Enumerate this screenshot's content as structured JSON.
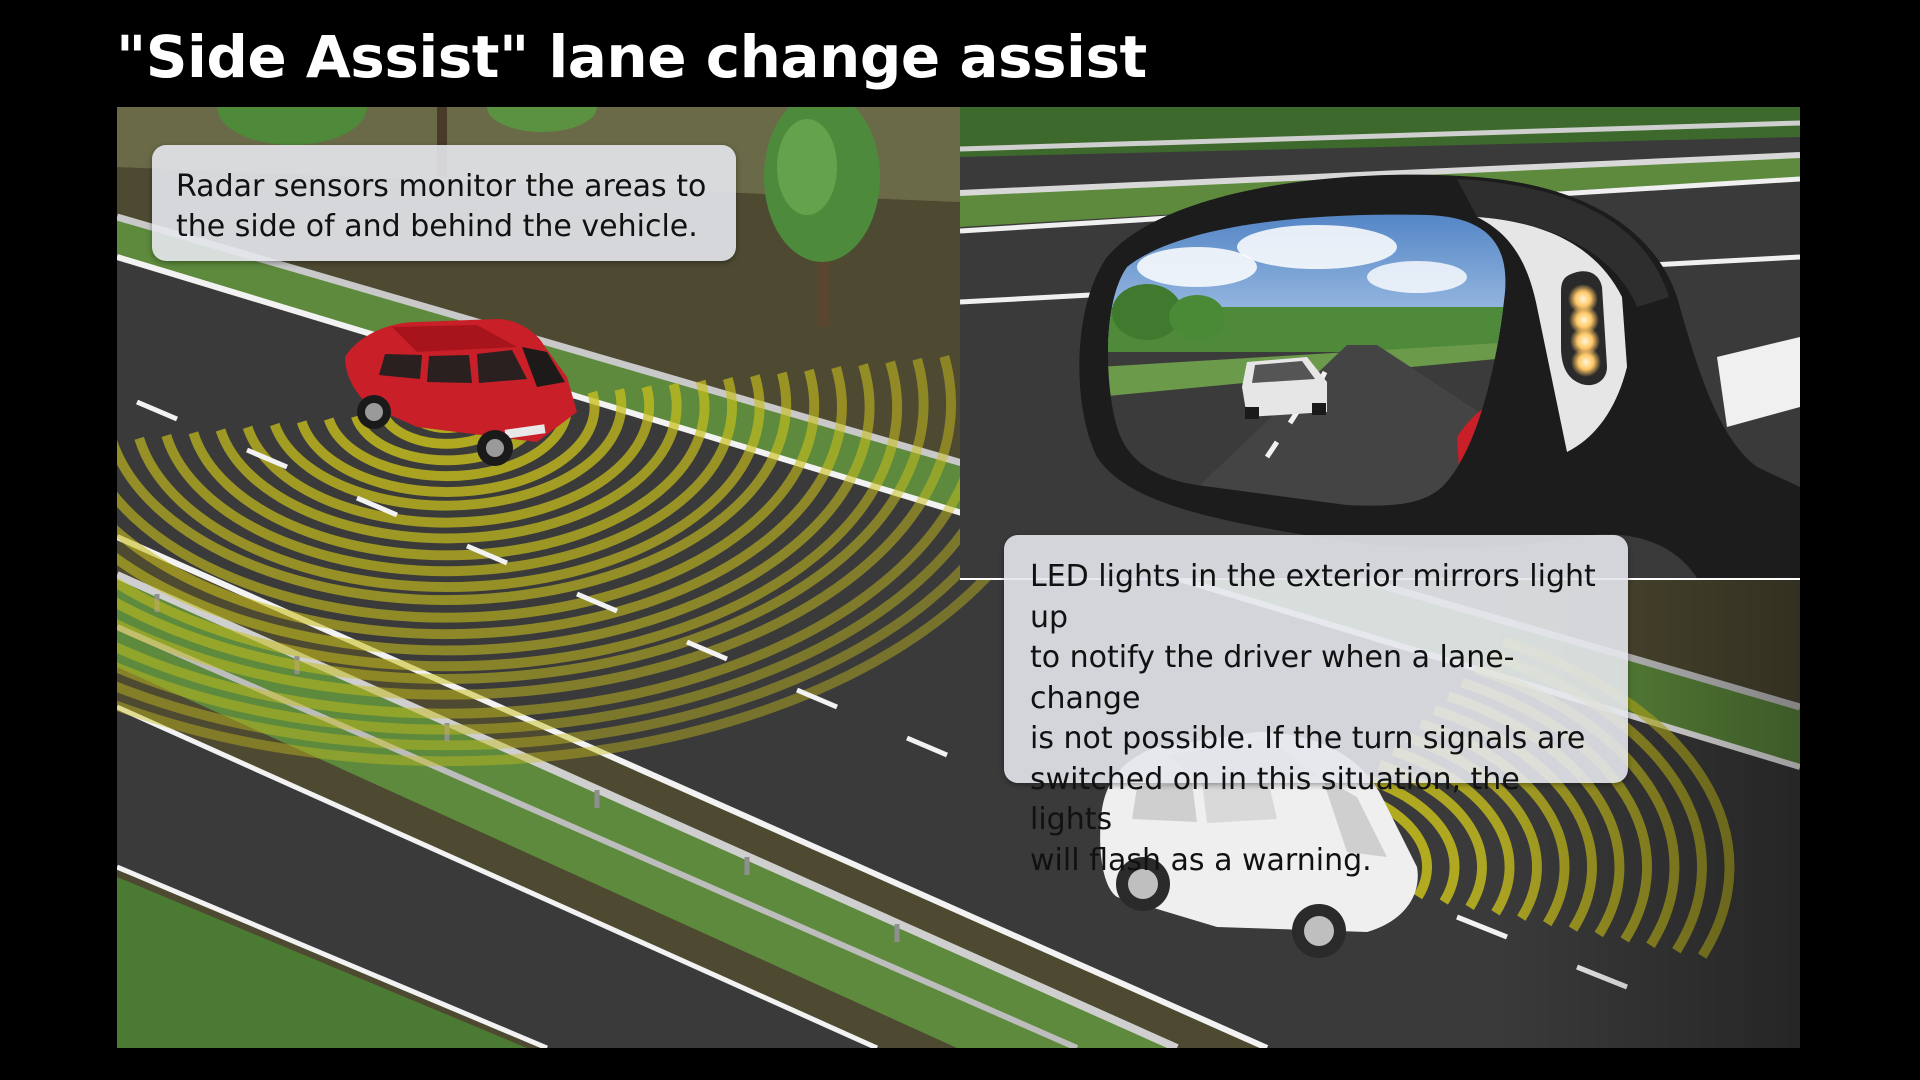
{
  "header": {
    "title": "\"Side Assist\" lane change assist"
  },
  "callouts": {
    "radar": "Radar sensors monitor the areas to\nthe side of and behind the vehicle.",
    "led": "LED lights in the exterior mirrors light up\nto notify the driver when a lane-change\nis not possible. If the turn signals are\nswitched on in this situation, the lights\nwill flash as a warning."
  },
  "colors": {
    "background": "#000000",
    "radar_yellow": "#c8bf1c",
    "grass": "#5d8a3c",
    "asphalt": "#3a3a3a",
    "red_car": "#c81f28",
    "white_car": "#eeeeee",
    "led_amber": "#ffc766",
    "mirror_housing": "#1c1c1c"
  },
  "icons": {
    "red_car": "red-station-wagon",
    "white_car": "white-hatchback",
    "mirror": "exterior-mirror-with-led-indicator"
  }
}
